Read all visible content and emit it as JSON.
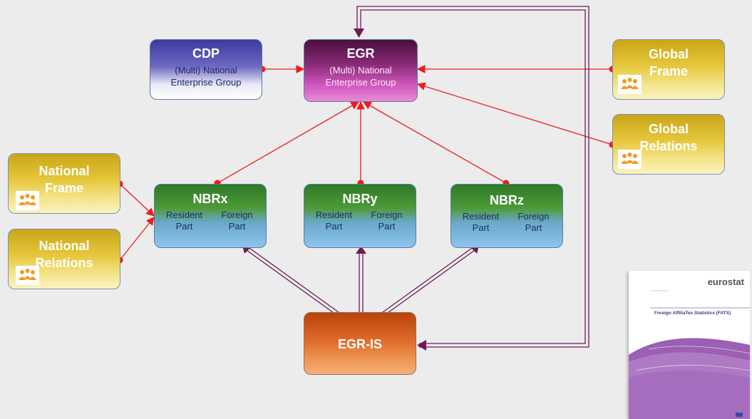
{
  "nodes": {
    "cdp": {
      "title": "CDP",
      "line1": "(Multi) National",
      "line2": "Enterprise Group"
    },
    "egr": {
      "title": "EGR",
      "line1": "(Multi) National",
      "line2": "Enterprise Group"
    },
    "global_frame": {
      "line1": "Global",
      "line2": "Frame"
    },
    "global_relations": {
      "line1": "Global",
      "line2": "Relations"
    },
    "national_frame": {
      "line1": "National",
      "line2": "Frame"
    },
    "national_relations": {
      "line1": "National",
      "line2": "Relations"
    },
    "nbrx": {
      "title": "NBRx",
      "resident": "Resident Part",
      "foreign": "Foreign Part"
    },
    "nbry": {
      "title": "NBRy",
      "resident": "Resident Part",
      "foreign": "Foreign Part"
    },
    "nbrz": {
      "title": "NBRz",
      "resident": "Resident Part",
      "foreign": "Foreign Part"
    },
    "egris": {
      "title": "EGR-IS"
    }
  },
  "document_cover": {
    "brand": "eurostat",
    "title": "Foreign AffiliaTes Statistics (FATS)"
  },
  "colors": {
    "red_link": "#ee1c1c",
    "purple_link": "#7a1f5c",
    "background": "#ececec"
  }
}
